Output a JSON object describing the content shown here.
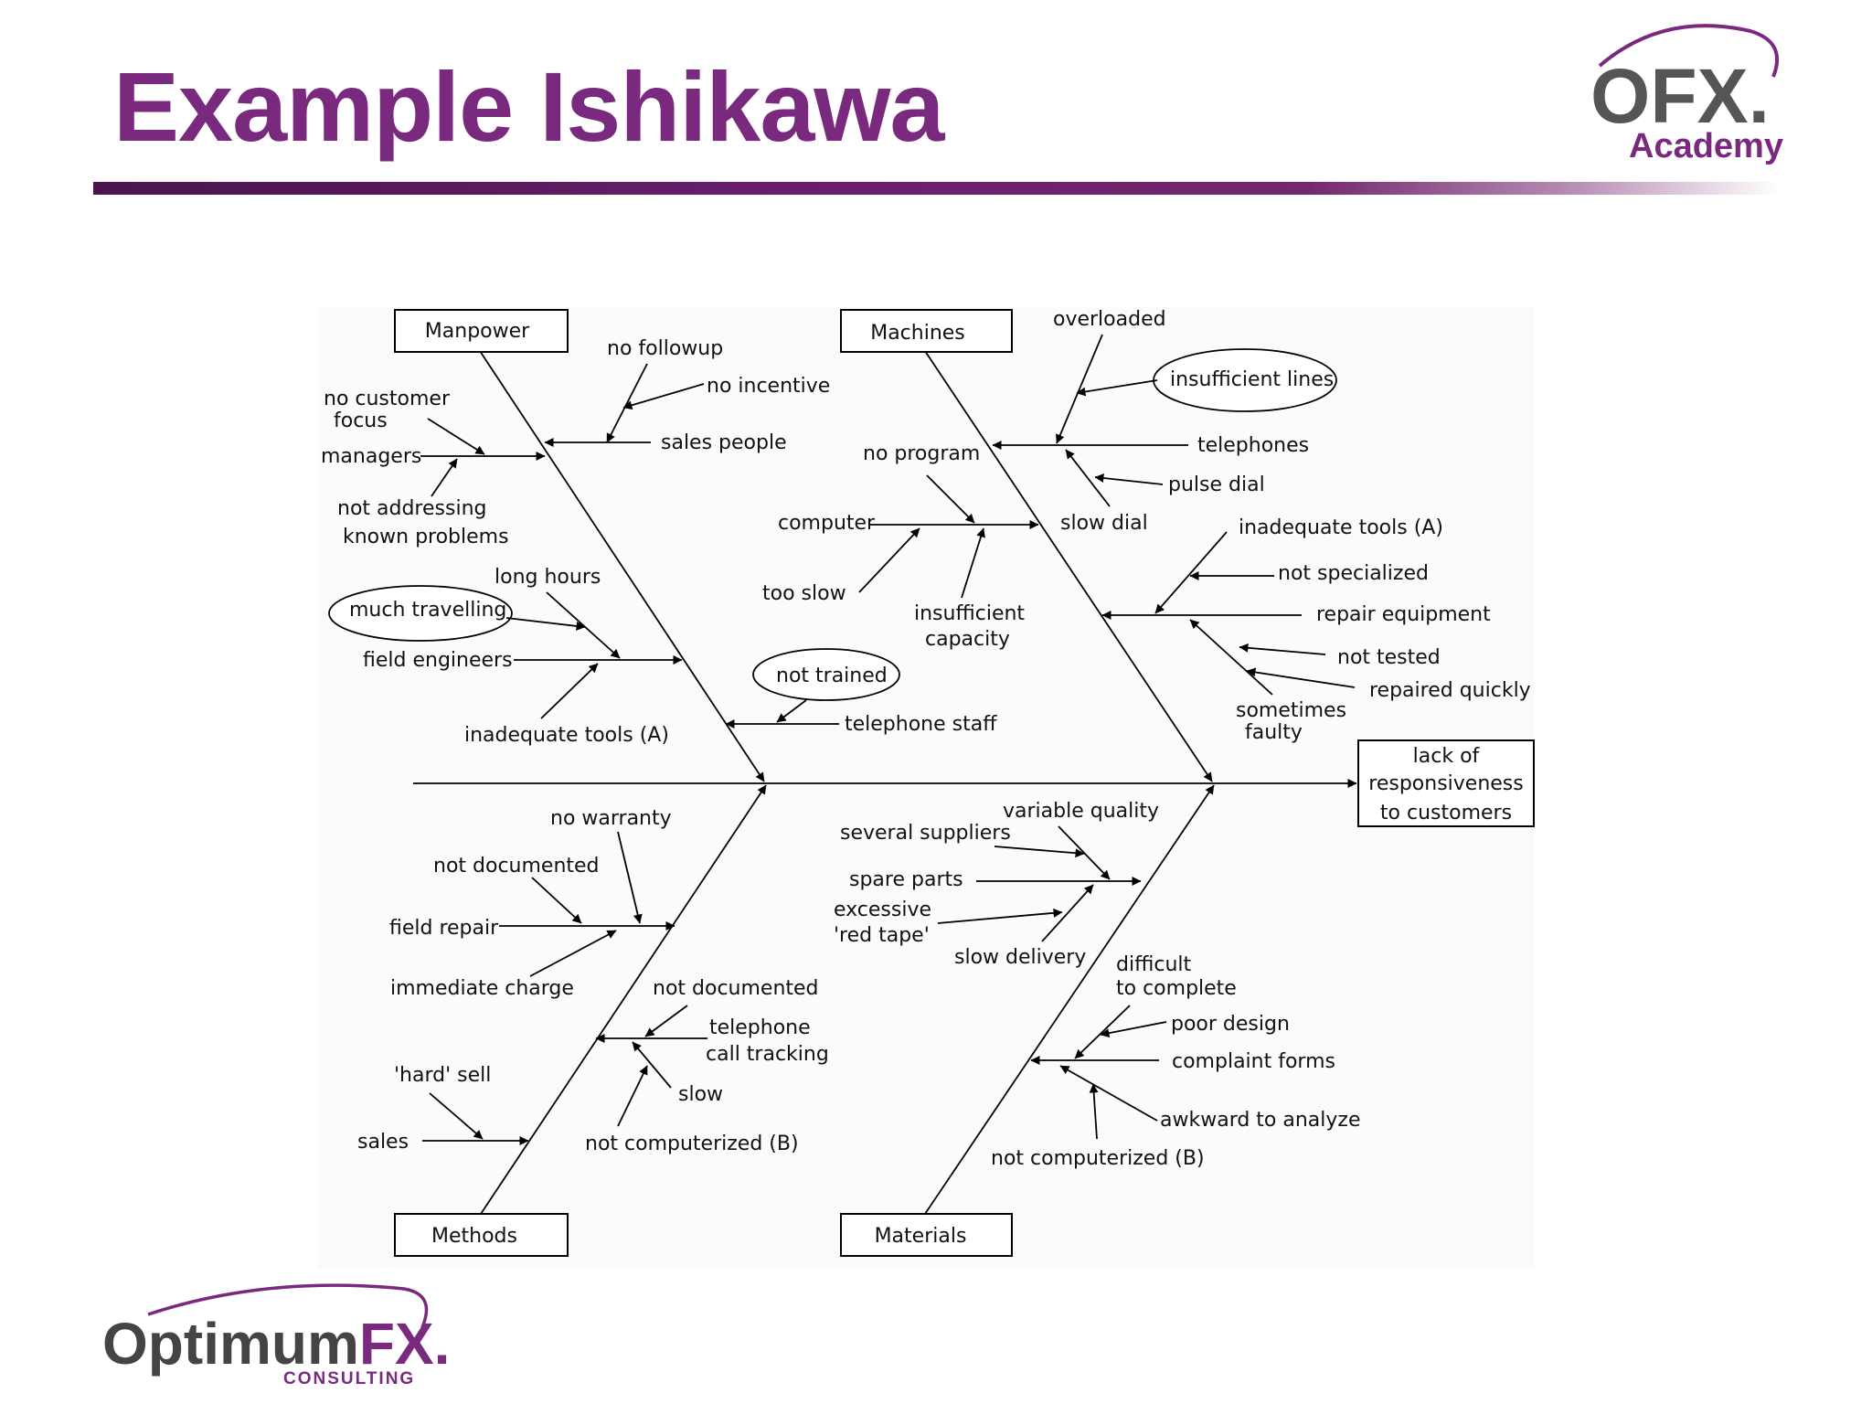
{
  "slide": {
    "title": "Example Ishikawa",
    "brand_color": "#7a2a7e",
    "logo_top": {
      "main": "OFX.",
      "sub": "Academy"
    },
    "logo_bottom": {
      "part1": "Optimum",
      "part2": "FX.",
      "sub": "CONSULTING"
    }
  },
  "diagram": {
    "effect": [
      "lack of",
      "responsiveness",
      "to customers"
    ],
    "categories": {
      "manpower": "Manpower",
      "machines": "Machines",
      "methods": "Methods",
      "materials": "Materials"
    },
    "manpower": {
      "no_followup": "no followup",
      "no_incentive": "no incentive",
      "sales_people": "sales people",
      "no_customer_focus": [
        "no customer",
        "focus"
      ],
      "managers": "managers",
      "not_addressing": [
        "not addressing",
        "known problems"
      ],
      "long_hours": "long hours",
      "much_travelling": "much travelling",
      "field_engineers": "field engineers",
      "inadequate_tools": "inadequate tools (A)",
      "not_trained": "not trained",
      "telephone_staff": "telephone staff"
    },
    "machines": {
      "overloaded": "overloaded",
      "insufficient_lines": "insufficient lines",
      "telephones": "telephones",
      "pulse_dial": "pulse dial",
      "slow_dial": "slow dial",
      "no_program": "no program",
      "computer": "computer",
      "too_slow": "too slow",
      "insufficient_capacity": [
        "insufficient",
        "capacity"
      ],
      "inadequate_tools": "inadequate tools (A)",
      "not_specialized": "not specialized",
      "repair_equipment": "repair equipment",
      "not_tested": "not tested",
      "repaired_quickly": "repaired quickly",
      "sometimes_faulty": [
        "sometimes",
        "faulty"
      ]
    },
    "methods": {
      "no_warranty": "no warranty",
      "not_documented_1": "not documented",
      "field_repair": "field repair",
      "immediate_charge": "immediate charge",
      "not_documented_2": "not documented",
      "telephone_call_tracking": [
        "telephone",
        "call tracking"
      ],
      "slow": "slow",
      "not_computerized": "not computerized (B)",
      "hard_sell": "'hard' sell",
      "sales": "sales"
    },
    "materials": {
      "variable_quality": "variable quality",
      "several_suppliers": "several suppliers",
      "spare_parts": "spare parts",
      "excessive_red_tape": [
        "excessive",
        "'red tape'"
      ],
      "slow_delivery": "slow delivery",
      "difficult_to_complete": [
        "difficult",
        "to complete"
      ],
      "poor_design": "poor design",
      "complaint_forms": "complaint forms",
      "awkward_to_analyze": "awkward to analyze",
      "not_computerized": "not computerized (B)"
    }
  }
}
